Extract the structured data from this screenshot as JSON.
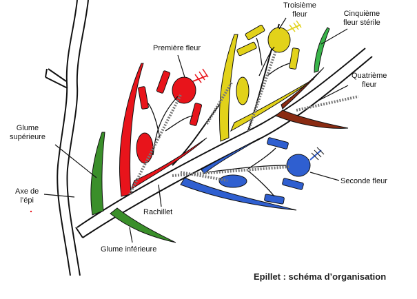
{
  "caption": "Epillet : schéma d’organisation",
  "labels": {
    "troisieme_1": "Troisième",
    "troisieme_2": "fleur",
    "cinquieme_1": "Cinquième",
    "cinquieme_2": "fleur stérile",
    "premiere": "Première fleur",
    "quatrieme_1": "Quatrième",
    "quatrieme_2": "fleur",
    "glume_sup_1": "Glume",
    "glume_sup_2": "supérieure",
    "axe_1": "Axe de",
    "axe_2": "l’épi",
    "seconde": "Seconde fleur",
    "rachillet": "Rachillet",
    "glume_inf": "Glume inférieure"
  },
  "colors": {
    "premiere_fleur": "#e8141b",
    "seconde_fleur": "#2f5fd0",
    "troisieme_fleur": "#e2d21a",
    "quatrieme_fleur": "#8a2b12",
    "cinquieme_fleur": "#39b54a",
    "glumes": "#3a8f2a",
    "line": "#111111"
  }
}
